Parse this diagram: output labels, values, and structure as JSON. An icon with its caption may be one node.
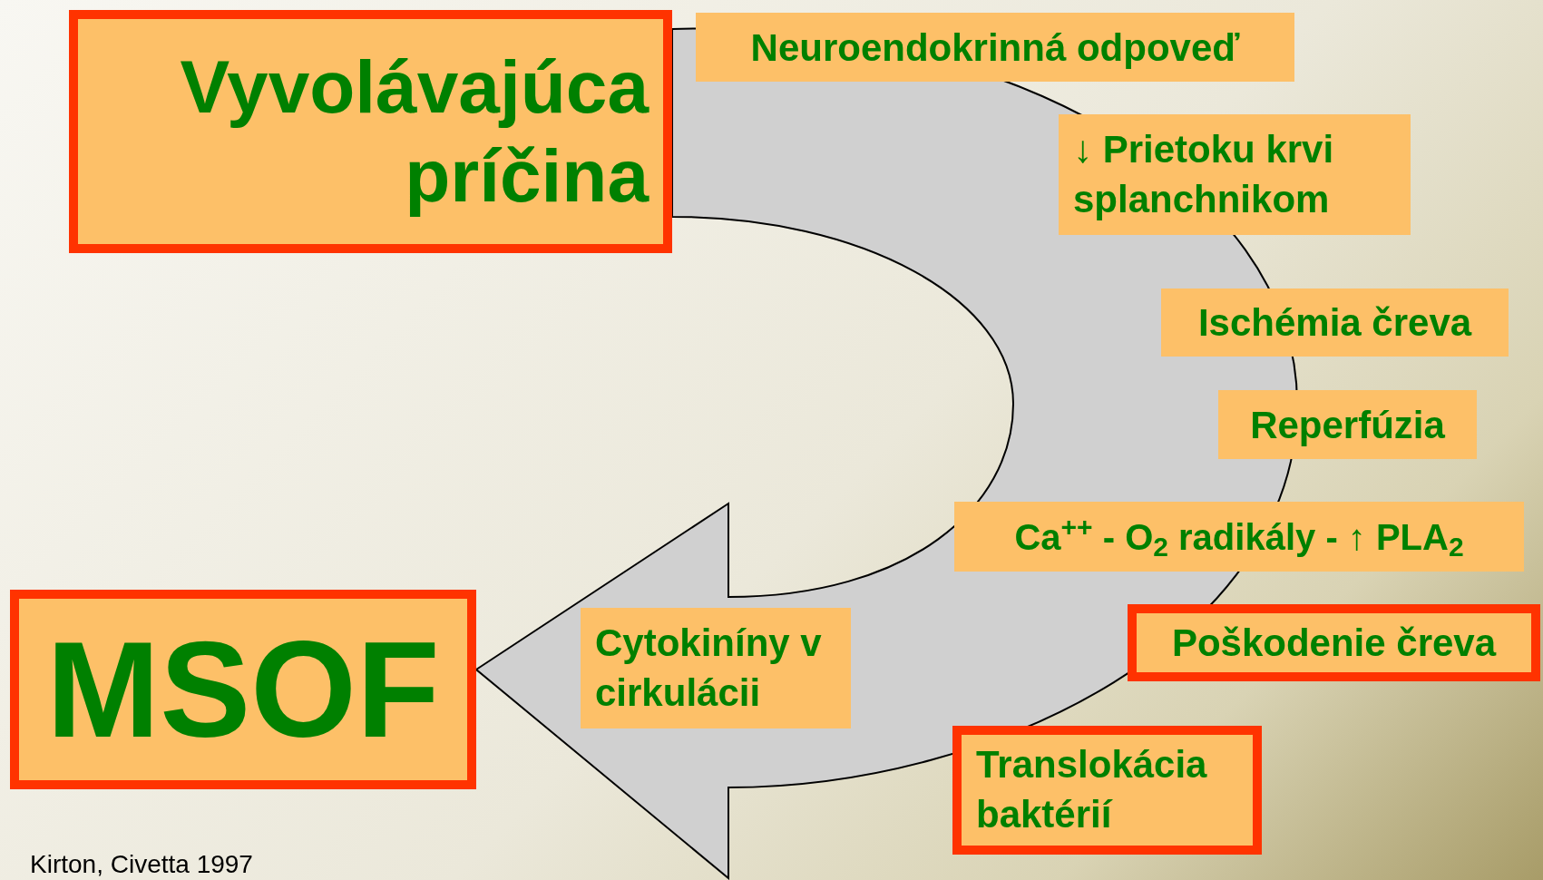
{
  "diagram": {
    "nodes": [
      {
        "text": [
          "Vyvolávajúca príčina"
        ]
      },
      {
        "text": [
          "Neuroendokrinná odpoveď"
        ]
      },
      {
        "text": [
          "↓ Prietoku krvi splanchnikom"
        ]
      },
      {
        "text": [
          "Ischémia čreva"
        ]
      },
      {
        "text": [
          "Reperfúzia"
        ]
      },
      {
        "text": [
          "Ca$^{++}$ - O$_{2}$ radikály - ↑ PLA$_{2}$"
        ]
      },
      {
        "text": [
          "Poškodenie čreva"
        ]
      },
      {
        "text": [
          "Translokácia baktérií"
        ]
      },
      {
        "text": [
          "Cytokiníny v cirkulácii"
        ]
      },
      {
        "text": [
          "MSOF"
        ]
      }
    ],
    "edges": [
      {
        "from": 0,
        "to": 9,
        "arrow": "to",
        "style": "thick"
      }
    ],
    "labels": [
      "Kirton, Civetta 1997"
    ]
  }
}
